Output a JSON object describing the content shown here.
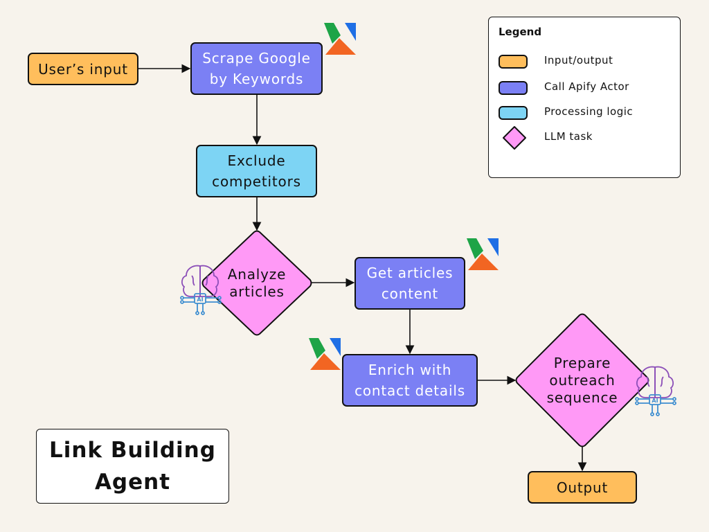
{
  "diagram": {
    "title": "Link Building\nAgent",
    "nodes": {
      "user_input": "User’s input",
      "scrape_google": "Scrape Google\nby Keywords",
      "exclude_competitors": "Exclude\ncompetitors",
      "analyze_articles": "Analyze\narticles",
      "get_articles_content": "Get articles\ncontent",
      "enrich_contacts": "Enrich with\ncontact details",
      "prepare_outreach": "Prepare\noutreach\nsequence",
      "output": "Output"
    },
    "edges": [
      {
        "from": "user_input",
        "to": "scrape_google"
      },
      {
        "from": "scrape_google",
        "to": "exclude_competitors"
      },
      {
        "from": "exclude_competitors",
        "to": "analyze_articles"
      },
      {
        "from": "analyze_articles",
        "to": "get_articles_content"
      },
      {
        "from": "get_articles_content",
        "to": "enrich_contacts"
      },
      {
        "from": "enrich_contacts",
        "to": "prepare_outreach"
      },
      {
        "from": "prepare_outreach",
        "to": "output"
      }
    ]
  },
  "legend": {
    "title": "Legend",
    "items": [
      {
        "label": "Input/output",
        "shape": "rounded-rect",
        "color": "#FFBE5C"
      },
      {
        "label": "Call Apify Actor",
        "shape": "rounded-rect",
        "color": "#7B80F4"
      },
      {
        "label": "Processing logic",
        "shape": "rounded-rect",
        "color": "#7DD4F4"
      },
      {
        "label": "LLM task",
        "shape": "diamond",
        "color": "#FF99F6"
      }
    ]
  },
  "colors": {
    "background": "#F7F3EC",
    "input_output": "#FFBE5C",
    "apify_actor": "#7B80F4",
    "processing_logic": "#7DD4F4",
    "llm_task": "#FF99F6",
    "apify_green": "#1EA447",
    "apify_blue": "#1F6FE5",
    "apify_orange": "#F26522"
  },
  "icons": {
    "apify": "apify-logo-icon",
    "ai": "ai-brain-chip-icon"
  }
}
